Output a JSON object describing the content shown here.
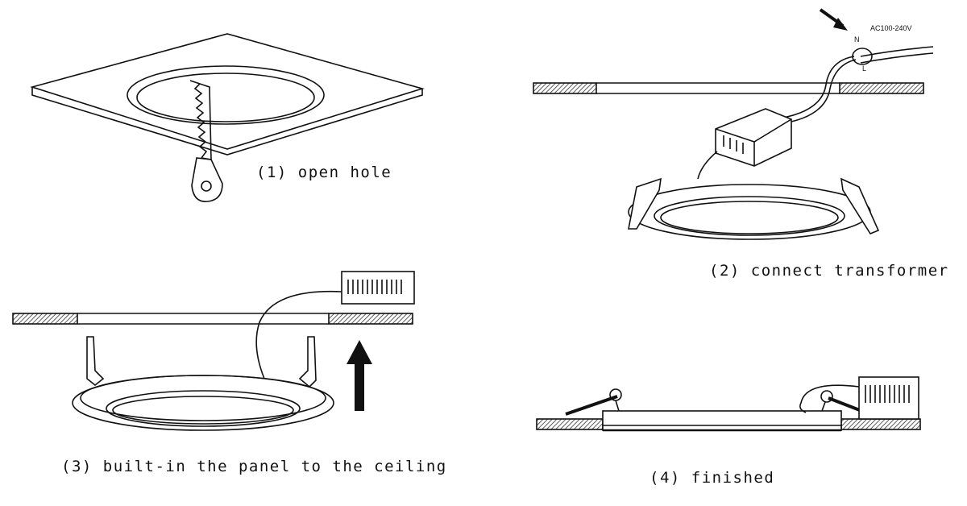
{
  "steps": [
    {
      "label": "(1) open hole"
    },
    {
      "label": "(2) connect transformer"
    },
    {
      "label": "(3) built-in the panel to the ceiling"
    },
    {
      "label": "(4) finished"
    }
  ],
  "wiring": {
    "voltage": "AC100-240V",
    "neutral": "N",
    "live": "L"
  }
}
